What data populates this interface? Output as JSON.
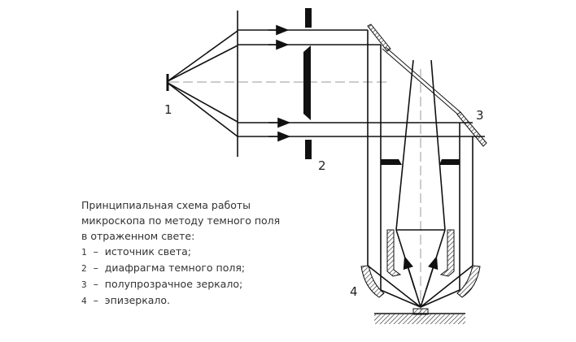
{
  "labels": {
    "source": "1",
    "diaphragm": "2",
    "mirror": "3",
    "epimirror": "4"
  },
  "caption": {
    "title_lines": [
      "Принципиальная схема работы",
      "микроскопа по методу темного поля",
      "в отраженном свете:"
    ],
    "items": [
      {
        "num": "1",
        "dash": "–",
        "text": "источник света;"
      },
      {
        "num": "2",
        "dash": "–",
        "text": "диафрагма темного поля;"
      },
      {
        "num": "3",
        "dash": "–",
        "text": "полупрозрачное зеркало;"
      },
      {
        "num": "4",
        "dash": "–",
        "text": "эпизеркало."
      }
    ]
  }
}
